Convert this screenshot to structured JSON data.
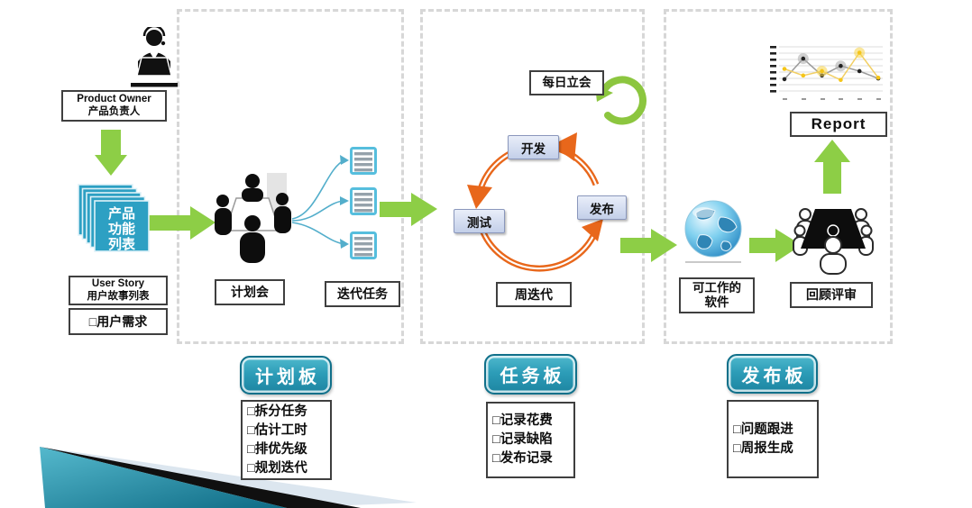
{
  "palette": {
    "flow_green": "#8dce46",
    "cycle_orange": "#e8671b",
    "board_teal": "#2d9db8",
    "card_teal": "#2da0c3",
    "doc_border_teal": "#56bedd",
    "connector_blue": "#53aecb",
    "dash_gray": "#d7d7d7",
    "node_fill": "#c3cfe9"
  },
  "left_flow": {
    "product_owner_label": {
      "en": "Product Owner",
      "zh": "产品负责人"
    },
    "backlog_card_lines": [
      "产品",
      "功能",
      "列表"
    ],
    "user_story_label": {
      "en": "User Story",
      "zh": "用户故事列表"
    },
    "requirement_item": "□用户需求"
  },
  "plan_stage": {
    "meeting_label": "计划会",
    "tasks_label": "迭代任务"
  },
  "task_stage": {
    "daily_standup_label": "每日立会",
    "cycle_nodes": [
      "开发",
      "测试",
      "发布"
    ],
    "iteration_label": "周迭代"
  },
  "release_stage": {
    "software_label_lines": [
      "可工作的",
      "软件"
    ],
    "review_label": "回顾评审",
    "report_label": "Report"
  },
  "boards": [
    {
      "title": "计划板",
      "items": [
        "□拆分任务",
        "□估计工时",
        "□排优先级",
        "□规划迭代"
      ]
    },
    {
      "title": "任务板",
      "items": [
        "□记录花费",
        "□记录缺陷",
        "□发布记录"
      ]
    },
    {
      "title": "发布板",
      "items": [
        "□问题跟进",
        "□周报生成"
      ]
    }
  ],
  "chart_data": {
    "type": "line",
    "title": "Report",
    "x": [
      1,
      2,
      3,
      4,
      5,
      6
    ],
    "ylim": [
      0,
      6
    ],
    "grid": true,
    "legend": "none",
    "series": [
      {
        "name": "gray-series",
        "color": "#9b9b9b",
        "marker_color": "#222222",
        "halo_color": "#aaaaaa",
        "values": [
          1.6,
          4.4,
          2.1,
          3.4,
          2.7,
          1.7
        ],
        "emphasized": [
          1,
          3
        ]
      },
      {
        "name": "yellow-series",
        "color": "#f2cf63",
        "marker_color": "#f5c518",
        "halo_color": "#f5d34a",
        "values": [
          3.0,
          2.1,
          2.7,
          1.5,
          5.2,
          1.8
        ],
        "emphasized": [
          2,
          4
        ]
      }
    ]
  }
}
